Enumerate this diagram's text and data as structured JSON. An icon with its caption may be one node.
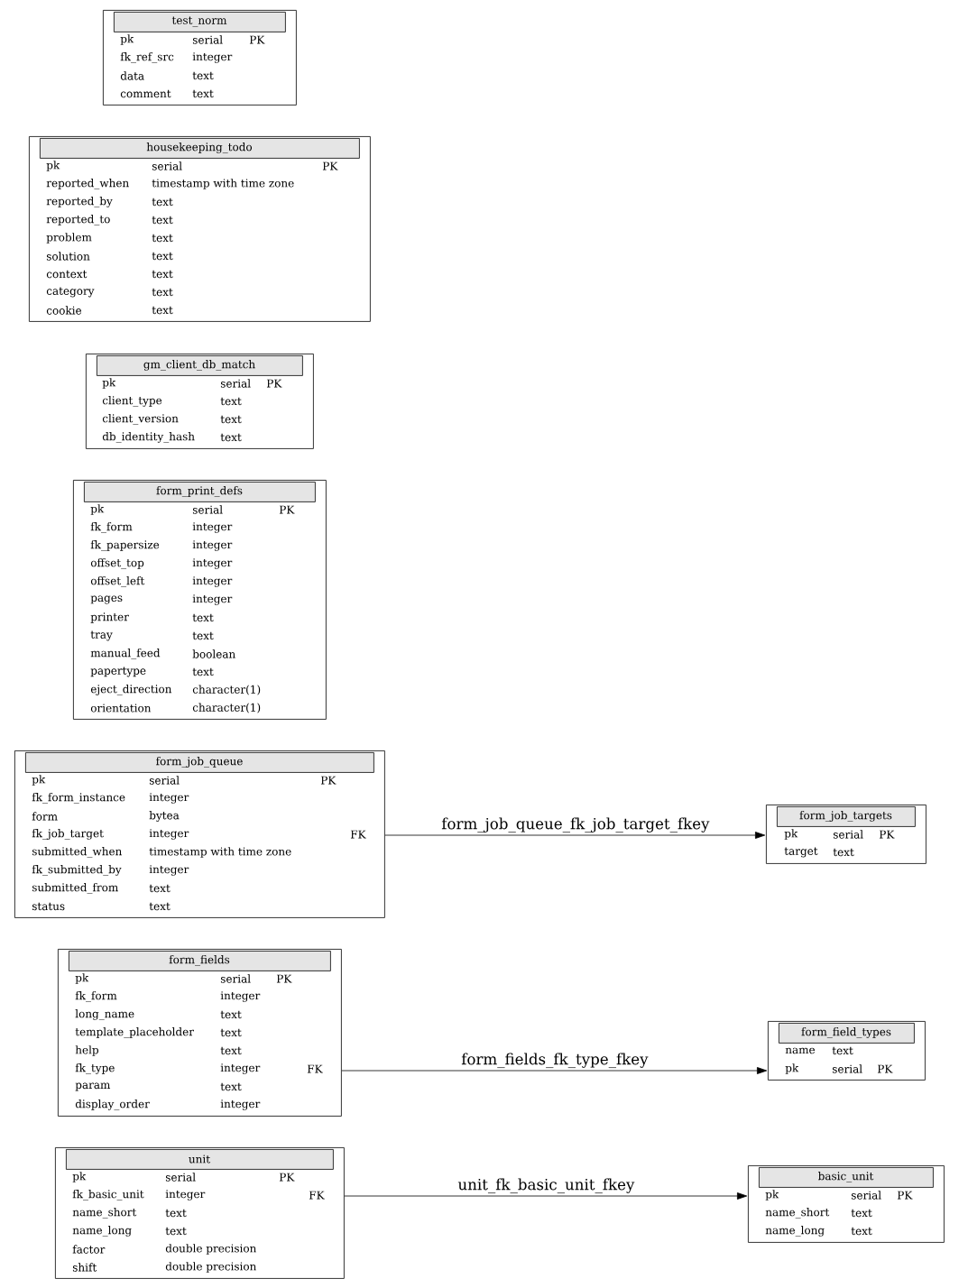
{
  "diagram": {
    "nodes": [
      {
        "text": [
          "test_norm",
          "pk",
          "serial",
          "PK",
          "fk_ref_src",
          "integer",
          "data",
          "text",
          "comment",
          "text"
        ]
      },
      {
        "text": [
          "housekeeping_todo",
          "pk",
          "serial",
          "PK",
          "reported_when",
          "timestamp with time zone",
          "reported_by",
          "text",
          "reported_to",
          "text",
          "problem",
          "text",
          "solution",
          "text",
          "context",
          "text",
          "category",
          "text",
          "cookie",
          "text"
        ]
      },
      {
        "text": [
          "gm_client_db_match",
          "pk",
          "serial",
          "PK",
          "client_type",
          "text",
          "client_version",
          "text",
          "db_identity_hash",
          "text"
        ]
      },
      {
        "text": [
          "form_print_defs",
          "pk",
          "serial",
          "PK",
          "fk_form",
          "integer",
          "fk_papersize",
          "integer",
          "offset_top",
          "integer",
          "offset_left",
          "integer",
          "pages",
          "integer",
          "printer",
          "text",
          "tray",
          "text",
          "manual_feed",
          "boolean",
          "papertype",
          "text",
          "eject_direction",
          "character(1)",
          "orientation",
          "character(1)"
        ]
      },
      {
        "text": [
          "form_job_queue",
          "pk",
          "serial",
          "PK",
          "fk_form_instance",
          "integer",
          "form",
          "bytea",
          "fk_job_target",
          "integer",
          "FK",
          "submitted_when",
          "timestamp with time zone",
          "fk_submitted_by",
          "integer",
          "submitted_from",
          "text",
          "status",
          "text"
        ]
      },
      {
        "text": [
          "form_job_targets",
          "pk",
          "serial",
          "PK",
          "target",
          "text"
        ]
      },
      {
        "text": [
          "form_fields",
          "pk",
          "serial",
          "PK",
          "fk_form",
          "integer",
          "long_name",
          "text",
          "template_placeholder",
          "text",
          "help",
          "text",
          "fk_type",
          "integer",
          "FK",
          "param",
          "text",
          "display_order",
          "integer"
        ]
      },
      {
        "text": [
          "form_field_types",
          "name",
          "text",
          "pk",
          "serial",
          "PK"
        ]
      },
      {
        "text": [
          "unit",
          "pk",
          "serial",
          "PK",
          "fk_basic_unit",
          "integer",
          "FK",
          "name_short",
          "text",
          "name_long",
          "text",
          "factor",
          "double precision",
          "shift",
          "double precision"
        ]
      },
      {
        "text": [
          "basic_unit",
          "pk",
          "serial",
          "PK",
          "name_short",
          "text",
          "name_long",
          "text"
        ]
      }
    ],
    "edges": [
      {
        "from": 4,
        "to": 5,
        "arrow": "to",
        "label": "form_job_queue_fk_job_target_fkey"
      },
      {
        "from": 6,
        "to": 7,
        "arrow": "to",
        "label": "form_fields_fk_type_fkey"
      },
      {
        "from": 8,
        "to": 9,
        "arrow": "to",
        "label": "unit_fk_basic_unit_fkey"
      }
    ]
  }
}
